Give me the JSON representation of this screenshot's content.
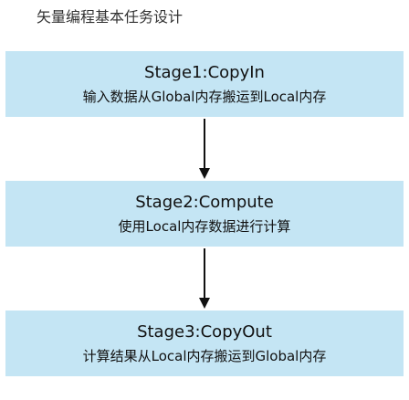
{
  "title": "矢量编程基本任务设计",
  "stages": [
    {
      "name": "Stage1:CopyIn",
      "description": "输入数据从Global内存搬运到Local内存"
    },
    {
      "name": "Stage2:Compute",
      "description": "使用Local内存数据进行计算"
    },
    {
      "name": "Stage3:CopyOut",
      "description": "计算结果从Local内存搬运到Global内存"
    }
  ],
  "colors": {
    "box_fill": "#c4e5f4",
    "arrow": "#111111",
    "text": "#111111",
    "title_text": "#333333"
  }
}
